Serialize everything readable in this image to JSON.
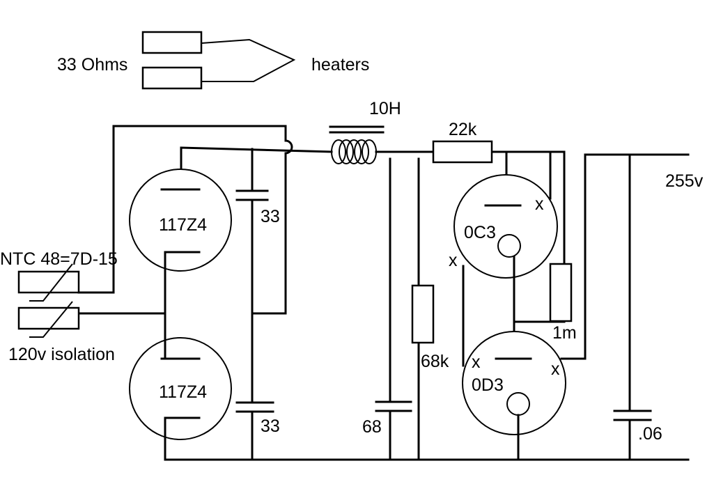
{
  "heater_resistor_label": "33 Ohms",
  "heaters_label": "heaters",
  "choke_label": "10H",
  "series_resistor_label": "22k",
  "output_voltage_label": "255v",
  "rectifier_top_label": "117Z4",
  "rectifier_bottom_label": "117Z4",
  "ntc_label": "NTC 48=7D-15",
  "isolation_label": "120v isolation",
  "cap_top_label": "33",
  "cap_bottom_label": "33",
  "cap_68_label": "68",
  "bleeder_resistor_label": "68k",
  "regulator_top_label": "0C3",
  "regulator_bottom_label": "0D3",
  "resistor_1m_label": "1m",
  "cap_out_label": ".06",
  "pin_marks": [
    "x",
    "x",
    "x",
    "x"
  ]
}
